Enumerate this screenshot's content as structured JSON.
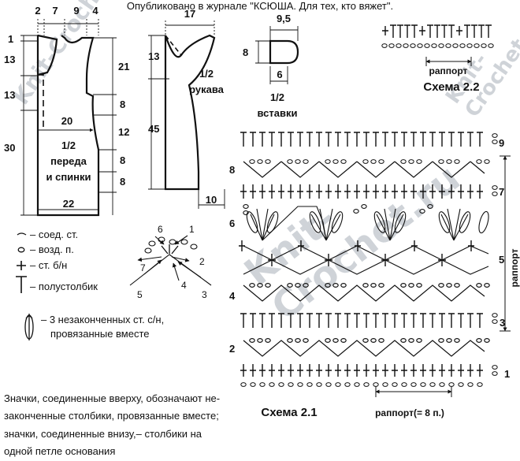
{
  "header": {
    "published": "Опубликовано в журнале \"КСЮША. Для тех, кто вяжет\"."
  },
  "watermark": {
    "text": "Knit-Crochet.ru",
    "color": "#cfd3d8"
  },
  "front_back": {
    "dims_top": [
      "2",
      "7",
      "9",
      "4"
    ],
    "dims_left": [
      "1",
      "13",
      "13",
      "30"
    ],
    "dims_right": [
      "21",
      "8",
      "12",
      "8",
      "8"
    ],
    "dim_width_inner": "20",
    "dim_bottom": "22",
    "label_1": "1/2",
    "label_2": "переда",
    "label_3": "и спинки"
  },
  "sleeve": {
    "dim_top": "17",
    "dim_left_1": "13",
    "dim_left_2": "45",
    "dim_bottom": "10",
    "label_1": "1/2",
    "label_2": "рукава"
  },
  "insert": {
    "dim_top": "9,5",
    "dim_left": "8",
    "dim_bottom": "6",
    "label_1": "1/2",
    "label_2": "вставки"
  },
  "scheme22": {
    "repeat_label": "раппорт",
    "title": "Схема 2.2"
  },
  "scheme21": {
    "row_numbers": [
      "1",
      "2",
      "3",
      "4",
      "5",
      "6",
      "7",
      "8",
      "9"
    ],
    "side_label": "раппорт",
    "repeat_label": "раппорт(= 8 п.)",
    "title": "Схема 2.1"
  },
  "legend": {
    "slip": "– соед. ст.",
    "chain": "– возд. п.",
    "sc": "– ст. б/н",
    "hdc": "– полустолбик",
    "cluster_1": "– 3 незаконченных  ст. с/н,",
    "cluster_2": "провязанные вместе"
  },
  "step_numbers": [
    "1",
    "2",
    "3",
    "4",
    "5",
    "6",
    "7"
  ],
  "notes": [
    "Значки, соединенные вверху, обозначают не-",
    "законченные столбики, провязанные вместе;",
    "значки, соединенные внизу,– столбики на",
    "одной петле основания"
  ]
}
